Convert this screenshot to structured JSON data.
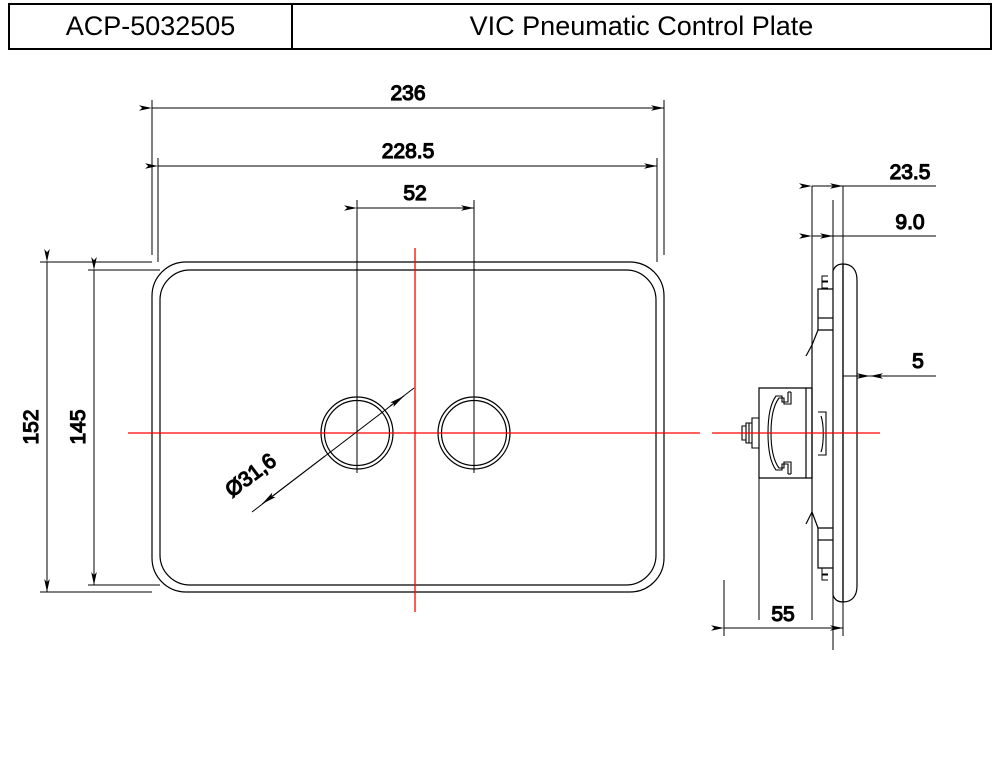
{
  "titleblock": {
    "part_code": "ACP-5032505",
    "title": "VIC Pneumatic Control Plate"
  },
  "drawing": {
    "type": "engineering-drawing",
    "views": [
      {
        "name": "front-view",
        "description": "Rounded rectangular plate with two circular push buttons"
      },
      {
        "name": "side-view",
        "description": "Side section profile of plate with pneumatic actuator body"
      }
    ],
    "colors": {
      "line": "#000000",
      "centerline": "#ff0000",
      "background": "#ffffff"
    },
    "dimensions": {
      "front_overall_width": "236",
      "front_plate_width": "228.5",
      "front_button_spacing": "52",
      "front_overall_height": "152",
      "front_plate_height": "145",
      "button_diameter": "Ø31,6",
      "side_total_depth": "23.5",
      "side_plate_thickness": "9.0",
      "side_flange_offset": "5",
      "side_body_depth": "55"
    }
  }
}
